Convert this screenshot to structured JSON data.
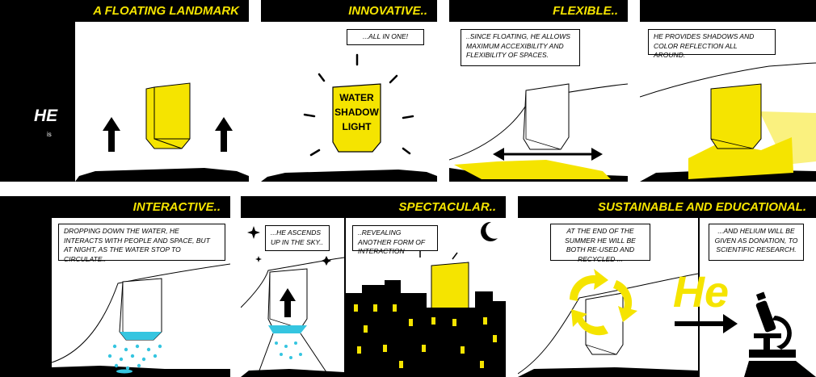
{
  "colors": {
    "accent": "#f5e400",
    "water": "#35c5e0",
    "ink": "#000000"
  },
  "intro": {
    "he": "HE",
    "is": "is"
  },
  "panels": [
    {
      "title": "A FLOATING LANDMARK"
    },
    {
      "title": "INNOVATIVE..",
      "caption": "...ALL IN ONE!",
      "box_lines": [
        "WATER",
        "SHADOW",
        "LIGHT"
      ]
    },
    {
      "title": "FLEXIBLE..",
      "caption": "..SINCE FLOATING, HE ALLOWS MAXIMUM ACCEXIBILITY AND FLEXIBILITY OF SPACES."
    },
    {
      "title": "",
      "caption": "HE PROVIDES SHADOWS  AND COLOR REFLECTION ALL AROUND."
    },
    {
      "title": "INTERACTIVE..",
      "caption": "DROPPING DOWN THE WATER, HE INTERACTS WITH PEOPLE AND SPACE, BUT AT NIGHT, AS THE WATER STOP TO CIRCULATE.."
    },
    {
      "title": "SPECTACULAR..",
      "caption_left": "...HE ASCENDS UP IN THE SKY..",
      "caption_right": "..REVEALING ANOTHER FORM OF INTERACTION"
    },
    {
      "title": "SUSTAINABLE AND EDUCATIONAL.",
      "caption_left": "AT THE END OF THE SUMMER HE WILL BE BOTH RE-USED AND RECYCLED ...",
      "caption_right": "...AND HELIUM WILL BE GIVEN AS DONATION, TO SCIENTIFIC RESEARCH.",
      "symbol": "He"
    }
  ]
}
